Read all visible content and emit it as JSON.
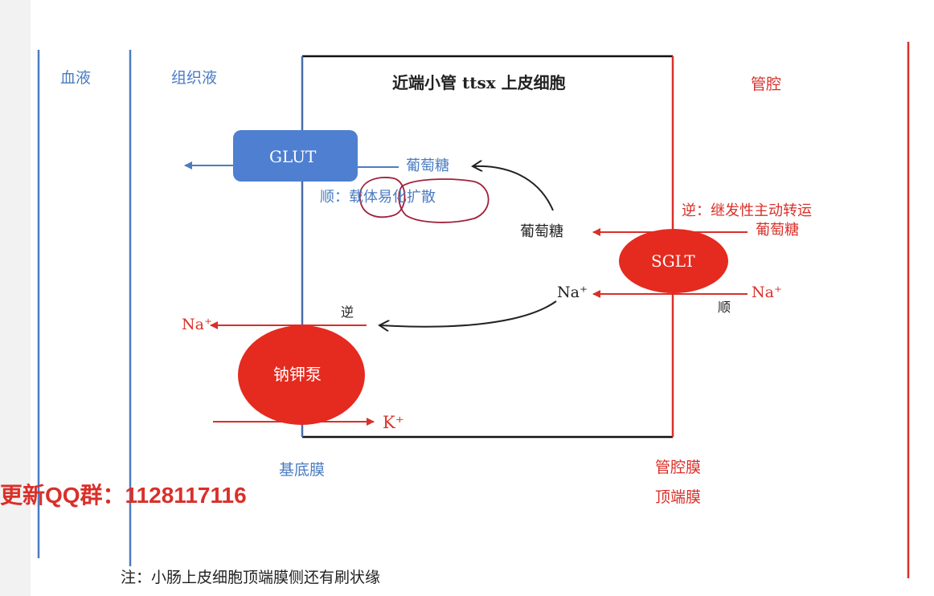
{
  "regions": {
    "blood": "血液",
    "tissue_fluid": "组织液",
    "lumen": "管腔"
  },
  "cell": {
    "title": "近端小管 ttsx 上皮细胞"
  },
  "transporters": {
    "glut": "GLUT",
    "sglt": "SGLT",
    "pump": "钠钾泵"
  },
  "labels": {
    "glucose_top": "葡萄糖",
    "glucose_mid": "葡萄糖",
    "glucose_lumen": "葡萄糖",
    "facilitated": "顺：载体易化扩散",
    "secondary_active": "逆：继发性主动转运",
    "na_cell": "Na⁺",
    "na_lumen": "Na⁺",
    "na_blood": "Na⁺",
    "k": "K⁺",
    "against": "逆",
    "along": "顺",
    "basal_membrane": "基底膜",
    "lumen_membrane": "管腔膜",
    "apical_membrane": "顶端膜"
  },
  "watermark": {
    "qq": "更新QQ群：1128117116"
  },
  "note": "注：小肠上皮细胞顶端膜侧还有刷状缘",
  "colors": {
    "blue": "#4a7cc2",
    "red": "#d9302a",
    "glut_fill": "#4f7fd0",
    "blob_fill": "#e52a1f",
    "ink": "#a0203a"
  }
}
